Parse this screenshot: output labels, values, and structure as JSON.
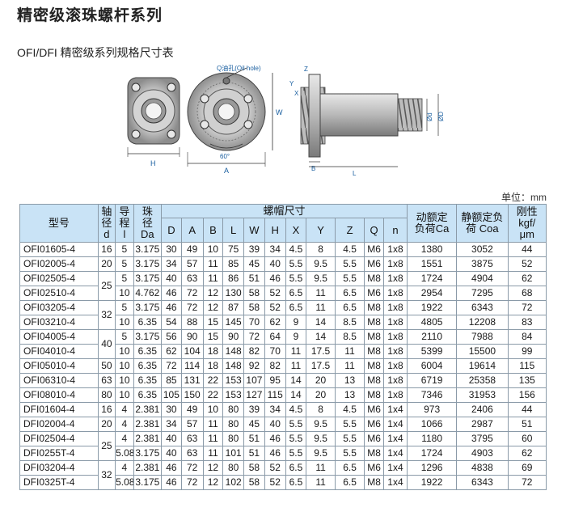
{
  "page_title": "精密级滚珠螺杆系列",
  "sub_title": "OFI/DFI 精密级系列规格尺寸表",
  "unit_label": "单位：mm",
  "drawing": {
    "oil_hole_label": "Q油孔(Oil hole)",
    "angle_label": "60°",
    "dim_labels": [
      "H",
      "A",
      "W",
      "Z",
      "X",
      "Y",
      "B",
      "L",
      "Ød",
      "ØD"
    ]
  },
  "table": {
    "headers": {
      "model": "型号",
      "d": [
        "轴",
        "径",
        "d"
      ],
      "l": [
        "导",
        "程",
        "l"
      ],
      "da": [
        "珠",
        "径",
        "Da"
      ],
      "nut": "螺帽尺寸",
      "nut_cols": [
        "D",
        "A",
        "B",
        "L",
        "W",
        "H",
        "X",
        "Y",
        "Z",
        "Q",
        "n"
      ],
      "ca": [
        "动额定",
        "负荷Ca"
      ],
      "coa": [
        "静额定负",
        "荷 Coa"
      ],
      "stiff": [
        "刚性",
        "kgf/",
        "μm"
      ]
    },
    "rows": [
      {
        "model": "OFI01605-4",
        "d": "16",
        "l": "5",
        "da": "3.175",
        "D": "30",
        "A": "49",
        "B": "10",
        "L": "75",
        "W": "39",
        "H": "34",
        "X": "4.5",
        "Y": "8",
        "Z": "4.5",
        "Q": "M6",
        "n": "1x8",
        "ca": "1380",
        "coa": "3052",
        "stiff": "44"
      },
      {
        "model": "OFI02005-4",
        "d": "20",
        "l": "5",
        "da": "3.175",
        "D": "34",
        "A": "57",
        "B": "11",
        "L": "85",
        "W": "45",
        "H": "40",
        "X": "5.5",
        "Y": "9.5",
        "Z": "5.5",
        "Q": "M6",
        "n": "1x8",
        "ca": "1551",
        "coa": "3875",
        "stiff": "52"
      },
      {
        "model": "OFI02505-4",
        "d": "25",
        "l": "5",
        "da": "3.175",
        "D": "40",
        "A": "63",
        "B": "11",
        "L": "86",
        "W": "51",
        "H": "46",
        "X": "5.5",
        "Y": "9.5",
        "Z": "5.5",
        "Q": "M8",
        "n": "1x8",
        "ca": "1724",
        "coa": "4904",
        "stiff": "62"
      },
      {
        "model": "OFI02510-4",
        "d": "",
        "l": "10",
        "da": "4.762",
        "D": "46",
        "A": "72",
        "B": "12",
        "L": "130",
        "W": "58",
        "H": "52",
        "X": "6.5",
        "Y": "11",
        "Z": "6.5",
        "Q": "M6",
        "n": "1x8",
        "ca": "2954",
        "coa": "7295",
        "stiff": "68"
      },
      {
        "model": "OFI03205-4",
        "d": "32",
        "l": "5",
        "da": "3.175",
        "D": "46",
        "A": "72",
        "B": "12",
        "L": "87",
        "W": "58",
        "H": "52",
        "X": "6.5",
        "Y": "11",
        "Z": "6.5",
        "Q": "M8",
        "n": "1x8",
        "ca": "1922",
        "coa": "6343",
        "stiff": "72"
      },
      {
        "model": "OFI03210-4",
        "d": "",
        "l": "10",
        "da": "6.35",
        "D": "54",
        "A": "88",
        "B": "15",
        "L": "145",
        "W": "70",
        "H": "62",
        "X": "9",
        "Y": "14",
        "Z": "8.5",
        "Q": "M8",
        "n": "1x8",
        "ca": "4805",
        "coa": "12208",
        "stiff": "83"
      },
      {
        "model": "OFI04005-4",
        "d": "40",
        "l": "5",
        "da": "3.175",
        "D": "56",
        "A": "90",
        "B": "15",
        "L": "90",
        "W": "72",
        "H": "64",
        "X": "9",
        "Y": "14",
        "Z": "8.5",
        "Q": "M8",
        "n": "1x8",
        "ca": "2110",
        "coa": "7988",
        "stiff": "84"
      },
      {
        "model": "OFI04010-4",
        "d": "",
        "l": "10",
        "da": "6.35",
        "D": "62",
        "A": "104",
        "B": "18",
        "L": "148",
        "W": "82",
        "H": "70",
        "X": "11",
        "Y": "17.5",
        "Z": "11",
        "Q": "M8",
        "n": "1x8",
        "ca": "5399",
        "coa": "15500",
        "stiff": "99"
      },
      {
        "model": "OFI05010-4",
        "d": "50",
        "l": "10",
        "da": "6.35",
        "D": "72",
        "A": "114",
        "B": "18",
        "L": "148",
        "W": "92",
        "H": "82",
        "X": "11",
        "Y": "17.5",
        "Z": "11",
        "Q": "M8",
        "n": "1x8",
        "ca": "6004",
        "coa": "19614",
        "stiff": "115"
      },
      {
        "model": "OFI06310-4",
        "d": "63",
        "l": "10",
        "da": "6.35",
        "D": "85",
        "A": "131",
        "B": "22",
        "L": "153",
        "W": "107",
        "H": "95",
        "X": "14",
        "Y": "20",
        "Z": "13",
        "Q": "M8",
        "n": "1x8",
        "ca": "6719",
        "coa": "25358",
        "stiff": "135"
      },
      {
        "model": "OFI08010-4",
        "d": "80",
        "l": "10",
        "da": "6.35",
        "D": "105",
        "A": "150",
        "B": "22",
        "L": "153",
        "W": "127",
        "H": "115",
        "X": "14",
        "Y": "20",
        "Z": "13",
        "Q": "M8",
        "n": "1x8",
        "ca": "7346",
        "coa": "31953",
        "stiff": "156"
      },
      {
        "model": "DFI01604-4",
        "d": "16",
        "l": "4",
        "da": "2.381",
        "D": "30",
        "A": "49",
        "B": "10",
        "L": "80",
        "W": "39",
        "H": "34",
        "X": "4.5",
        "Y": "8",
        "Z": "4.5",
        "Q": "M6",
        "n": "1x4",
        "ca": "973",
        "coa": "2406",
        "stiff": "44"
      },
      {
        "model": "DFI02004-4",
        "d": "20",
        "l": "4",
        "da": "2.381",
        "D": "34",
        "A": "57",
        "B": "11",
        "L": "80",
        "W": "45",
        "H": "40",
        "X": "5.5",
        "Y": "9.5",
        "Z": "5.5",
        "Q": "M6",
        "n": "1x4",
        "ca": "1066",
        "coa": "2987",
        "stiff": "51"
      },
      {
        "model": "DFI02504-4",
        "d": "25",
        "l": "4",
        "da": "2.381",
        "D": "40",
        "A": "63",
        "B": "11",
        "L": "80",
        "W": "51",
        "H": "46",
        "X": "5.5",
        "Y": "9.5",
        "Z": "5.5",
        "Q": "M6",
        "n": "1x4",
        "ca": "1180",
        "coa": "3795",
        "stiff": "60"
      },
      {
        "model": "DFI0255T-4",
        "d": "",
        "l": "5.08",
        "da": "3.175",
        "D": "40",
        "A": "63",
        "B": "11",
        "L": "101",
        "W": "51",
        "H": "46",
        "X": "5.5",
        "Y": "9.5",
        "Z": "5.5",
        "Q": "M8",
        "n": "1x4",
        "ca": "1724",
        "coa": "4903",
        "stiff": "62"
      },
      {
        "model": "DFI03204-4",
        "d": "32",
        "l": "4",
        "da": "2.381",
        "D": "46",
        "A": "72",
        "B": "12",
        "L": "80",
        "W": "58",
        "H": "52",
        "X": "6.5",
        "Y": "11",
        "Z": "6.5",
        "Q": "M6",
        "n": "1x4",
        "ca": "1296",
        "coa": "4838",
        "stiff": "69"
      },
      {
        "model": "DFI0325T-4",
        "d": "",
        "l": "5.08",
        "da": "3.175",
        "D": "46",
        "A": "72",
        "B": "12",
        "L": "102",
        "W": "58",
        "H": "52",
        "X": "6.5",
        "Y": "11",
        "Z": "6.5",
        "Q": "M8",
        "n": "1x4",
        "ca": "1922",
        "coa": "6343",
        "stiff": "72"
      }
    ]
  }
}
